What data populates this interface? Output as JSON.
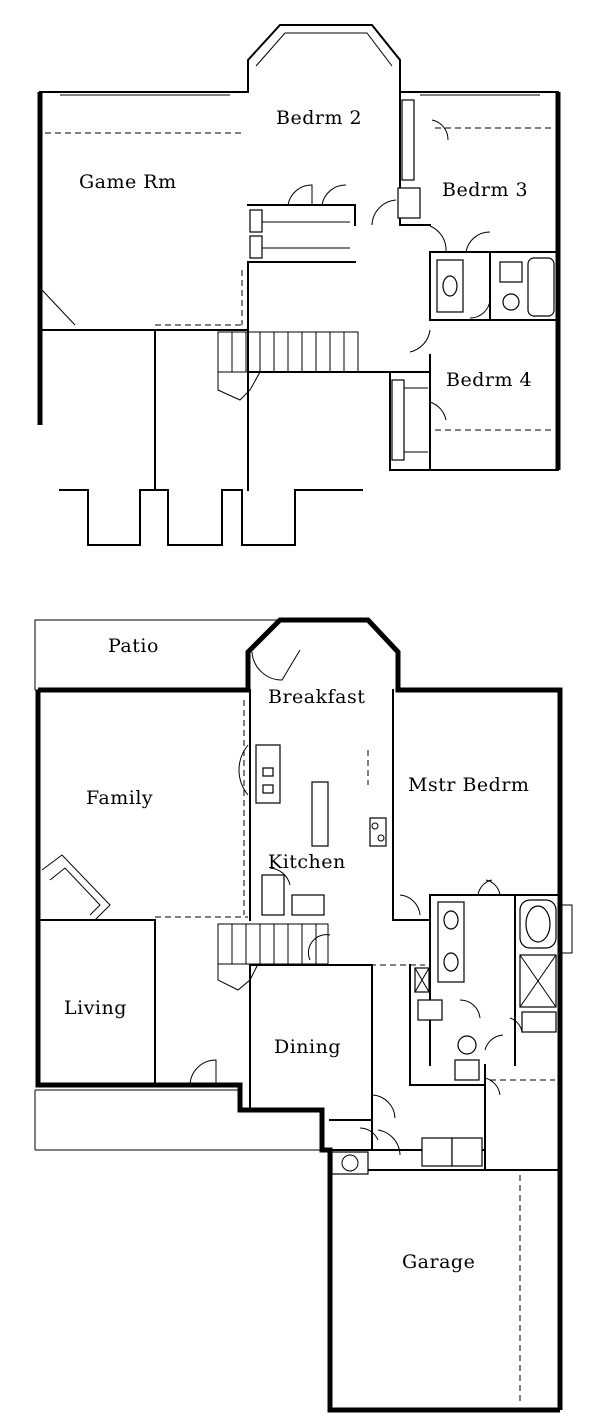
{
  "upper_floor": {
    "rooms": {
      "game_room": "Game  Rm",
      "bedroom_2": "Bedrm  2",
      "bedroom_3": "Bedrm  3",
      "bedroom_4": "Bedrm  4"
    }
  },
  "main_floor": {
    "rooms": {
      "patio": "Patio",
      "breakfast": "Breakfast",
      "family": "Family",
      "kitchen": "Kitchen",
      "master_bedroom": "Mstr  Bedrm",
      "living": "Living",
      "dining": "Dining",
      "garage": "Garage"
    }
  }
}
